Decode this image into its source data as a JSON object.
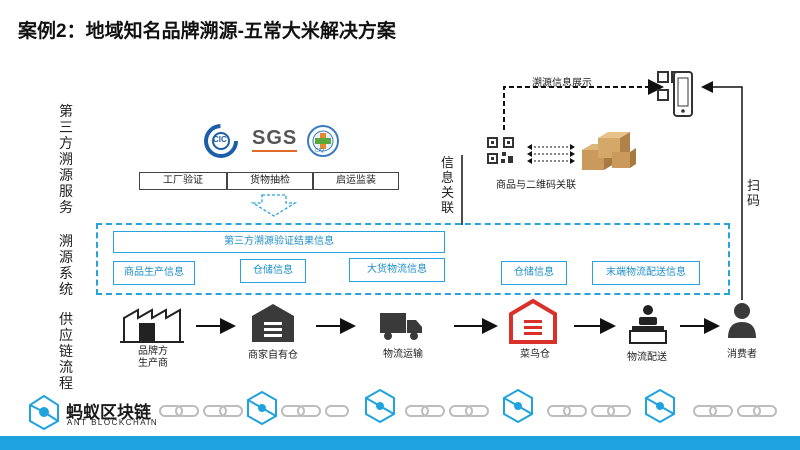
{
  "title": "案例2：地域知名品牌溯源-五常大米解决方案",
  "rows": {
    "third_party": "第三方溯源服务",
    "system": "溯源系统",
    "supply_chain": "供应链流程"
  },
  "certs": [
    "CIC",
    "SGS",
    "CIQ"
  ],
  "third_party_boxes": [
    "工厂验证",
    "货物抽检",
    "启运监装"
  ],
  "system_boxes": {
    "main": "第三方溯源验证结果信息",
    "product": "商品生产信息",
    "warehouse1": "仓储信息",
    "logistics": "大货物流信息",
    "warehouse2": "仓储信息",
    "delivery": "末端物流配送信息"
  },
  "labels": {
    "info_link": "信息关联",
    "trace_display": "溯源信息展示",
    "qr_link": "商品与二维码关联",
    "scan": "扫码"
  },
  "supply_steps": [
    "品牌方\n生产商",
    "商家自有仓",
    "物流运输",
    "菜鸟仓",
    "物流配送",
    "消费者"
  ],
  "brand": {
    "name": "蚂蚁区块链",
    "sub": "ANT BLOCKCHAIN"
  },
  "colors": {
    "accent": "#26a3dc",
    "red": "#d9302c",
    "dark": "#333333"
  }
}
